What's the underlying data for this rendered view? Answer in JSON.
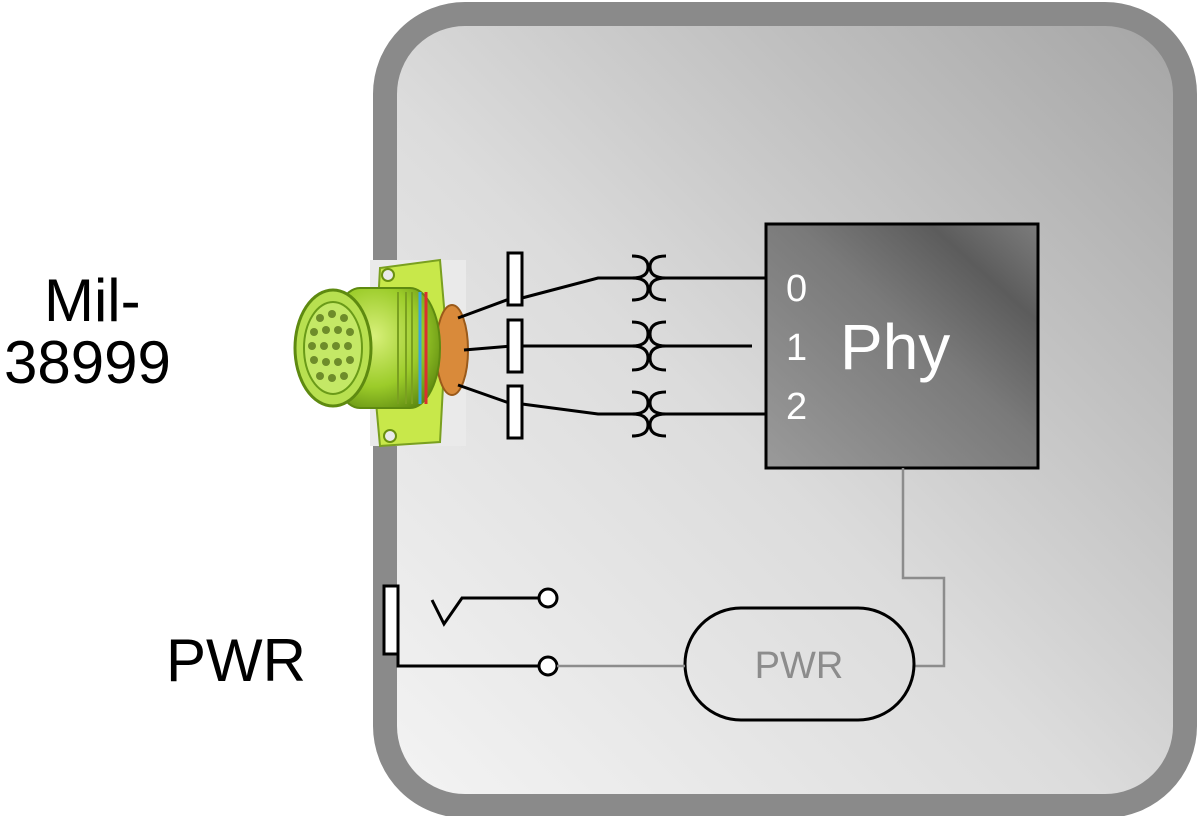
{
  "labels": {
    "connector_line1": "Mil-",
    "connector_line2": "38999",
    "power_external": "PWR"
  },
  "phy": {
    "label": "Phy",
    "ports": [
      "0",
      "1",
      "2"
    ]
  },
  "power_block": {
    "label": "PWR"
  },
  "colors": {
    "enclosure_border": "#8a8a8a",
    "enclosure_fill_light": "#f2f2f2",
    "enclosure_fill_dark": "#a8a8a8",
    "phy_fill": "#6e6e6e",
    "connector_body": "#9ccc2a",
    "connector_flange": "#c8e84a",
    "connector_nut": "#d98a3a",
    "wire": "#000000",
    "power_wire": "#8c8c8c"
  },
  "icons": [
    "mil-38999-connector-icon",
    "transformer-coil-icon",
    "switch-icon"
  ]
}
